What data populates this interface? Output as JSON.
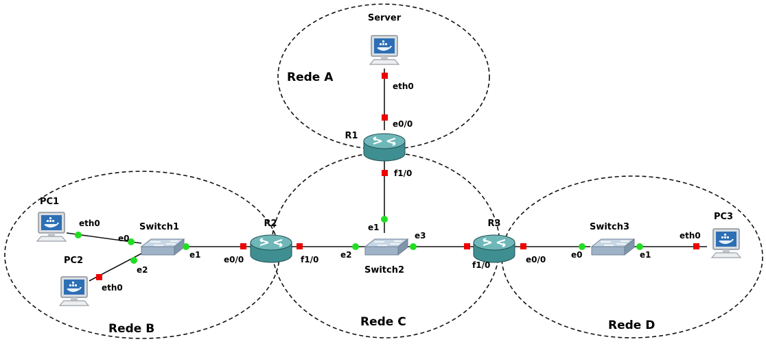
{
  "colors": {
    "port_up": "#22dd22",
    "port_down": "#ee0000",
    "router_body": "#3f8f92",
    "router_top": "#6fb7b9",
    "switch_body": "#9fb3c8",
    "switch_top": "#c7d6e4",
    "zone_outline": "#111111",
    "link": "#111111"
  },
  "networks": {
    "rede_a": "Rede A",
    "rede_b": "Rede B",
    "rede_c": "Rede C",
    "rede_d": "Rede D"
  },
  "devices": {
    "server": {
      "label": "Server",
      "type": "pc",
      "icon": "docker-host-icon"
    },
    "pc1": {
      "label": "PC1",
      "type": "pc",
      "icon": "docker-host-icon"
    },
    "pc2": {
      "label": "PC2",
      "type": "pc",
      "icon": "docker-host-icon"
    },
    "pc3": {
      "label": "PC3",
      "type": "pc",
      "icon": "docker-host-icon"
    },
    "r1": {
      "label": "R1",
      "type": "router",
      "icon": "router-icon"
    },
    "r2": {
      "label": "R2",
      "type": "router",
      "icon": "router-icon"
    },
    "r3": {
      "label": "R3",
      "type": "router",
      "icon": "router-icon"
    },
    "switch1": {
      "label": "Switch1",
      "type": "switch",
      "icon": "switch-icon"
    },
    "switch2": {
      "label": "Switch2",
      "type": "switch",
      "icon": "switch-icon"
    },
    "switch3": {
      "label": "Switch3",
      "type": "switch",
      "icon": "switch-icon"
    }
  },
  "ports": {
    "server_eth0": "eth0",
    "r1_e0_0": "e0/0",
    "r1_f1_0": "f1/0",
    "pc1_eth0": "eth0",
    "pc2_eth0": "eth0",
    "sw1_e0": "e0",
    "sw1_e1": "e1",
    "sw1_e2": "e2",
    "r2_e0_0": "e0/0",
    "r2_f1_0": "f1/0",
    "sw2_e1": "e1",
    "sw2_e2": "e2",
    "sw2_e3": "e3",
    "r3_f1_0": "f1/0",
    "r3_e0_0": "e0/0",
    "sw3_e0": "e0",
    "sw3_e1": "e1",
    "pc3_eth0": "eth0"
  },
  "links": [
    {
      "from": "Server eth0",
      "to": "R1 e0/0",
      "status": [
        "down",
        "down"
      ]
    },
    {
      "from": "R1 f1/0",
      "to": "Switch2 e1",
      "status": [
        "down",
        "up"
      ]
    },
    {
      "from": "PC1 eth0",
      "to": "Switch1 e0",
      "status": [
        "up",
        "up"
      ]
    },
    {
      "from": "PC2 eth0",
      "to": "Switch1 e2",
      "status": [
        "down",
        "up"
      ]
    },
    {
      "from": "Switch1 e1",
      "to": "R2 e0/0",
      "status": [
        "up",
        "down"
      ]
    },
    {
      "from": "R2 f1/0",
      "to": "Switch2 e2",
      "status": [
        "down",
        "up"
      ]
    },
    {
      "from": "Switch2 e3",
      "to": "R3 f1/0",
      "status": [
        "up",
        "down"
      ]
    },
    {
      "from": "R3 e0/0",
      "to": "Switch3 e0",
      "status": [
        "down",
        "up"
      ]
    },
    {
      "from": "Switch3 e1",
      "to": "PC3 eth0",
      "status": [
        "up",
        "down"
      ]
    }
  ]
}
